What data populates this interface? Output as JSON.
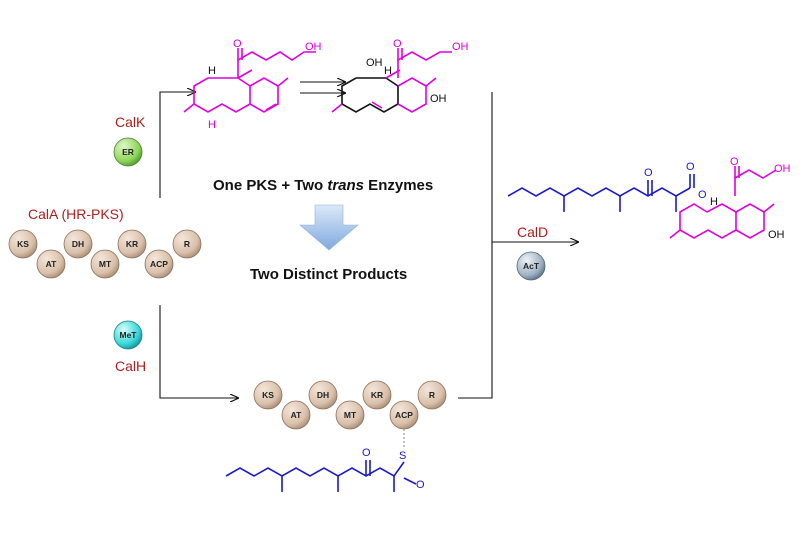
{
  "labels": {
    "calk": "CalK",
    "cala": "CalA (HR-PKS)",
    "calh": "CalH",
    "cald": "CalD",
    "center_top_pre": "One PKS + Two ",
    "center_top_italic": "trans",
    "center_top_post": " Enzymes",
    "center_bottom": "Two Distinct Products"
  },
  "enzymes": {
    "er": "ER",
    "met": "MeT",
    "act": "AcT"
  },
  "domains": [
    "KS",
    "AT",
    "DH",
    "MT",
    "KR",
    "ACP",
    "R"
  ],
  "atoms": {
    "o": "O",
    "oh": "OH",
    "h": "H",
    "s": "S"
  },
  "colors": {
    "domain_fill": "#d9c0aa",
    "er_fill": "#8fd65a",
    "met_fill": "#37d8d8",
    "act_fill": "#9fb3c5",
    "red_label": "#b01e1e",
    "magenta": "#e000e0",
    "blue": "#1a1ac8",
    "arrow_fill": "#9bbde6"
  }
}
